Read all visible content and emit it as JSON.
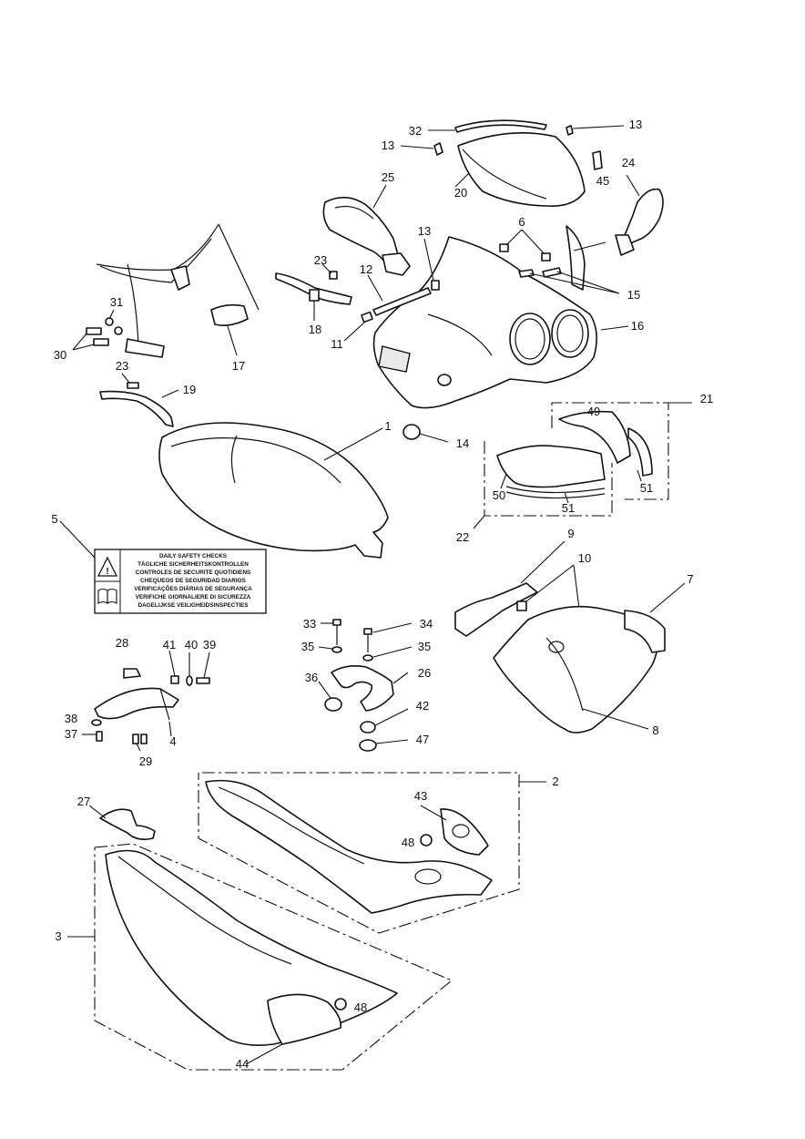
{
  "labels": {
    "l1": "1",
    "l2": "2",
    "l3": "3",
    "l4": "4",
    "l5": "5",
    "l6": "6",
    "l7": "7",
    "l8": "8",
    "l9": "9",
    "l10": "10",
    "l11": "11",
    "l12": "12",
    "l13a": "13",
    "l13b": "13",
    "l13c": "13",
    "l14": "14",
    "l15": "15",
    "l16": "16",
    "l17": "17",
    "l18": "18",
    "l19": "19",
    "l20": "20",
    "l21": "21",
    "l22": "22",
    "l23a": "23",
    "l23b": "23",
    "l24": "24",
    "l25": "25",
    "l26": "26",
    "l27": "27",
    "l28": "28",
    "l29": "29",
    "l30": "30",
    "l31": "31",
    "l32": "32",
    "l33": "33",
    "l34": "34",
    "l35a": "35",
    "l35b": "35",
    "l36": "36",
    "l37": "37",
    "l38": "38",
    "l39": "39",
    "l40": "40",
    "l41": "41",
    "l42": "42",
    "l43": "43",
    "l44": "44",
    "l45": "45",
    "l47": "47",
    "l48a": "48",
    "l48b": "48",
    "l49": "49",
    "l50": "50",
    "l51a": "51",
    "l51b": "51"
  },
  "safety_label": {
    "lines": [
      "DAILY SAFETY CHECKS",
      "TÄGLICHE SICHERHEITSKONTROLLEN",
      "CONTROLES DE SECURITE QUOTIDIENS",
      "CHEQUEOS DE SEGURIDAD DIARIOS",
      "VERIFICAÇÕES DIÁRIAS DE SEGURANÇA",
      "VERIFICHE GIORNALIERE DI SICUREZZA",
      "DAGELIJKSE VEILIGHEIDSINSPECTIES"
    ]
  },
  "icons": [
    "warning-triangle-icon",
    "manual-book-icon"
  ]
}
